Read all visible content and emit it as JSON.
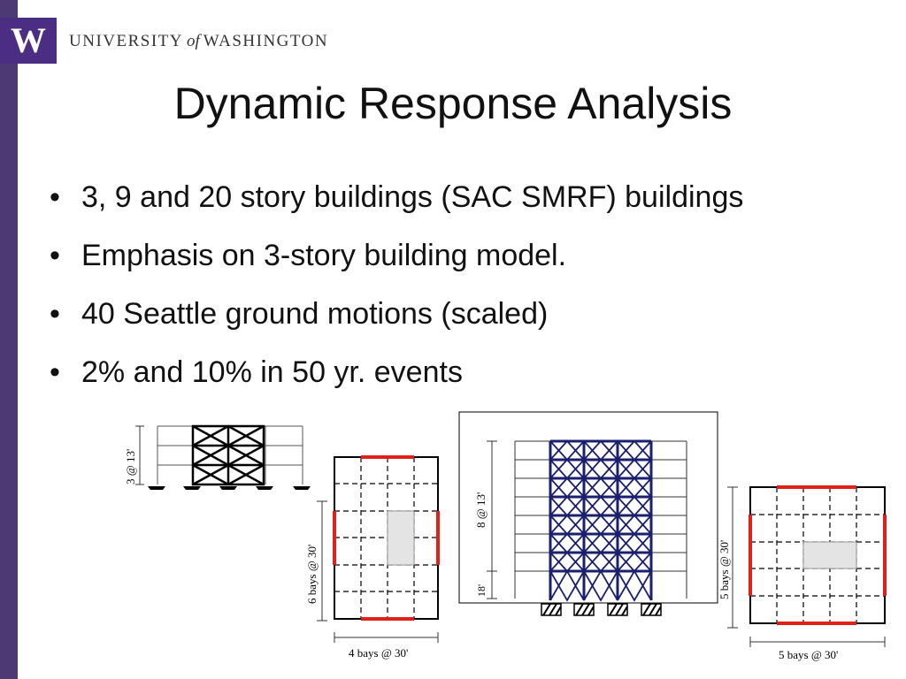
{
  "header": {
    "logo_letter": "W",
    "university_part1": "UNIVERSITY",
    "university_of": "of",
    "university_part2": "WASHINGTON"
  },
  "slide": {
    "title": "Dynamic Response Analysis",
    "bullets": [
      "3, 9 and 20 story buildings (SAC SMRF) buildings",
      "Emphasis on 3-story building model.",
      "40 Seattle ground motions (scaled)",
      "2% and 10% in 50 yr. events"
    ]
  },
  "figures": {
    "three_story_elevation": {
      "dim_label": "3 @ 13'"
    },
    "three_story_plan": {
      "dim_vertical": "6 bays @ 30'",
      "dim_horizontal": "4 bays @ 30'"
    },
    "nine_story_elevation": {
      "dim_upper": "8 @ 13'",
      "dim_lower": "18'"
    },
    "nine_story_plan": {
      "dim_vertical": "5 bays @ 30'",
      "dim_horizontal": "5 bays @ 30'"
    }
  },
  "colors": {
    "uw_purple": "#4b2e83",
    "moment_frame_red": "#e0201b",
    "frame_navy": "#1a1f6e"
  }
}
